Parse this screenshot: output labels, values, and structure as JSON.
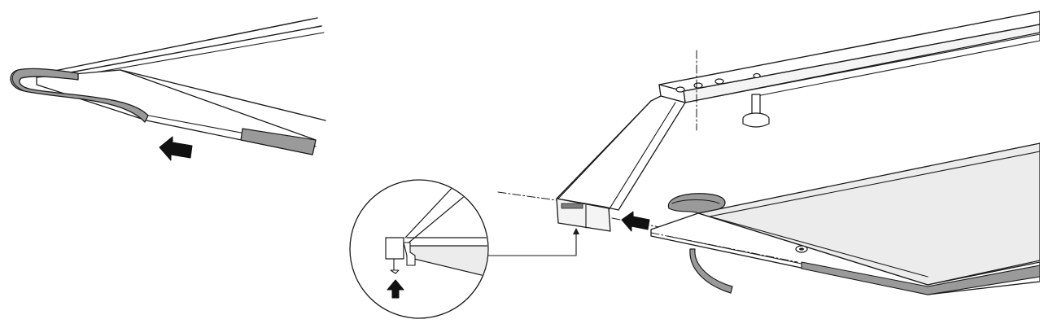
{
  "figure": {
    "panels": [
      {
        "name": "edge-strip-corner",
        "icon": "left-arrow"
      },
      {
        "name": "stand-and-panel-assembly",
        "icon": "left-arrow"
      },
      {
        "name": "foot-detail-magnifier",
        "icon": "up-arrow"
      }
    ]
  },
  "colors": {
    "line": "#1a1a1a",
    "strip": "#9a9a9a",
    "strip_dark": "#7c7c7c",
    "panel_fill": "#ececec",
    "edge_fill": "#f4f4f4",
    "arrow": "#111111",
    "background": "#ffffff"
  }
}
